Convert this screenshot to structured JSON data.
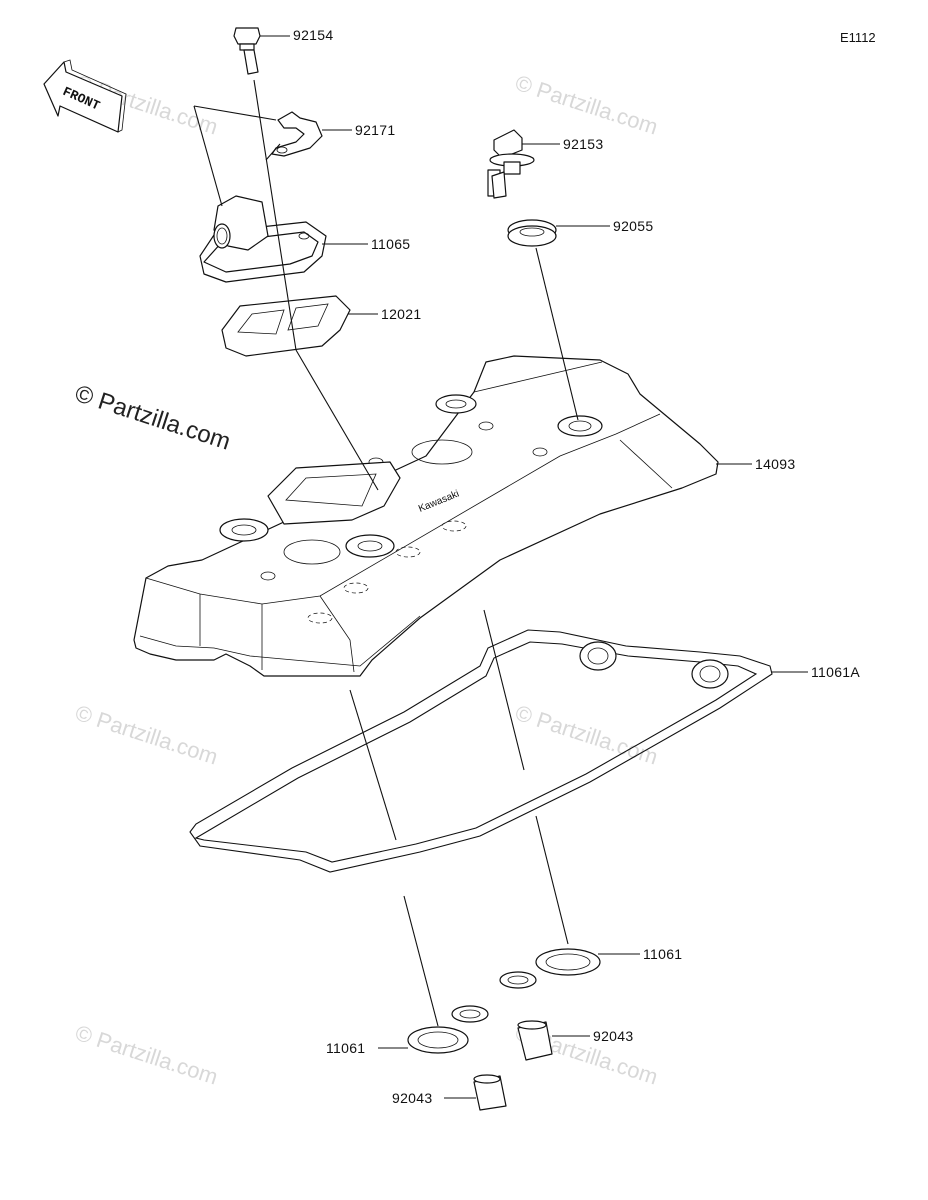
{
  "diagram": {
    "code": "E1112",
    "front_label": "FRONT",
    "watermark_main": "© Partzilla.com",
    "watermark": "© Partzilla.com",
    "parts": [
      {
        "id": "92154"
      },
      {
        "id": "92171"
      },
      {
        "id": "11065"
      },
      {
        "id": "12021"
      },
      {
        "id": "92153"
      },
      {
        "id": "92055"
      },
      {
        "id": "14093"
      },
      {
        "id": "11061A"
      },
      {
        "id": "11061"
      },
      {
        "id": "92043"
      },
      {
        "id": "11061"
      },
      {
        "id": "92043"
      }
    ]
  }
}
